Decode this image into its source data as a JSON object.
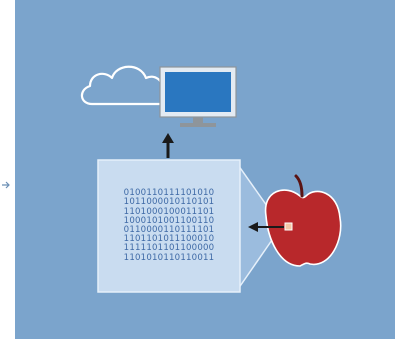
{
  "colors": {
    "panel_background": "#7ba4cc",
    "box_fill": "#c9dcf0",
    "binary_text": "#3f6aa6",
    "cloud_outline": "#ffffff",
    "monitor_screen": "#2a77c0",
    "monitor_stand": "#8e959b",
    "apple": "#b8282b",
    "arrow": "#1a1a1a"
  },
  "icons": [
    "cloud-icon",
    "monitor-icon",
    "apple-icon",
    "arrow-up-icon",
    "arrow-left-icon"
  ],
  "binary_lines": [
    "0100110111101010",
    "1011000010110101",
    "1101000100011101",
    "1000101001100110",
    "0110000110111101",
    "1101101011100010",
    "1111101101100000",
    "1101010110110011"
  ]
}
